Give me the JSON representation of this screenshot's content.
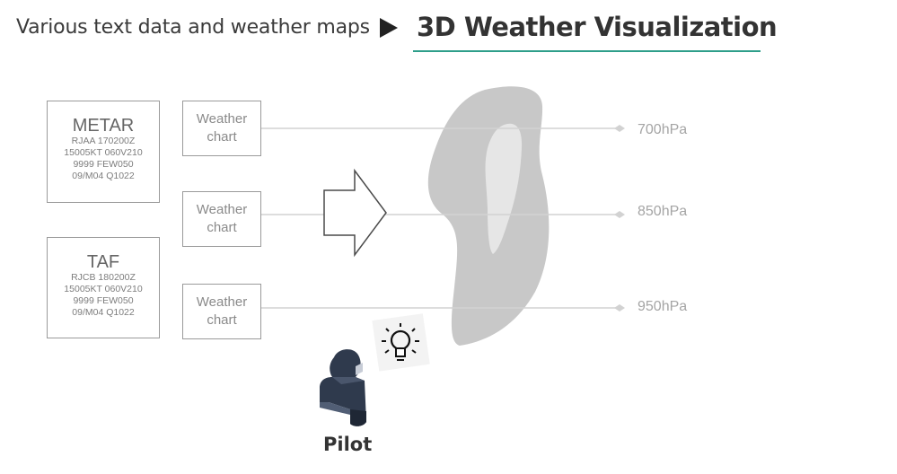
{
  "header": {
    "source_text": "Various text data and weather maps",
    "title": "3D Weather Visualization"
  },
  "reports": [
    {
      "title": "METAR",
      "lines": [
        "RJAA 170200Z",
        "15005KT 060V210",
        "9999 FEW050",
        "09/M04 Q1022"
      ]
    },
    {
      "title": "TAF",
      "lines": [
        "RJCB 180200Z",
        "15005KT 060V210",
        "9999 FEW050",
        "09/M04 Q1022"
      ]
    }
  ],
  "charts": [
    {
      "line1": "Weather",
      "line2": "chart"
    },
    {
      "line1": "Weather",
      "line2": "chart"
    },
    {
      "line1": "Weather",
      "line2": "chart"
    }
  ],
  "levels": [
    "700hPa",
    "850hPa",
    "950hPa"
  ],
  "pilot_label": "Pilot",
  "colors": {
    "accent_underline": "#2e9e8a",
    "cloud_outer": "#c8c8c8",
    "cloud_inner": "#e6e6e6",
    "pilot_icon": "#2f3a4d"
  },
  "icons": [
    "play-arrow-icon",
    "right-arrow-icon",
    "lightbulb-icon",
    "pilot-icon"
  ]
}
